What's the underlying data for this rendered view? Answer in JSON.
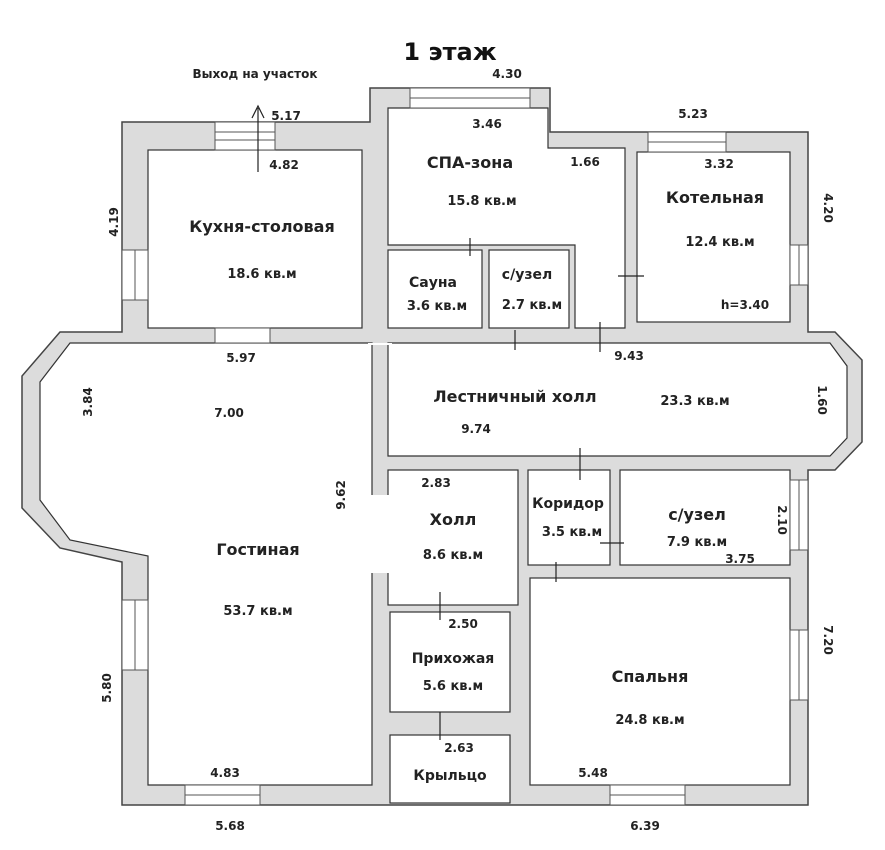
{
  "title": "1 этаж",
  "exit_label": "Выход на участок",
  "rooms": {
    "kitchen": {
      "name": "Кухня-столовая",
      "area": "18.6 кв.м"
    },
    "spa": {
      "name": "СПА-зона",
      "area": "15.8 кв.м"
    },
    "boiler": {
      "name": "Котельная",
      "area": "12.4 кв.м",
      "height": "h=3.40"
    },
    "sauna": {
      "name": "Сауна",
      "area": "3.6 кв.м"
    },
    "wc1": {
      "name": "с/узел",
      "area": "2.7 кв.м"
    },
    "stair_hall": {
      "name": "Лестничный холл",
      "area": "23.3 кв.м"
    },
    "living": {
      "name": "Гостиная",
      "area": "53.7 кв.м"
    },
    "hall": {
      "name": "Холл",
      "area": "8.6 кв.м"
    },
    "corridor": {
      "name": "Коридор",
      "area": "3.5 кв.м"
    },
    "wc2": {
      "name": "с/узел",
      "area": "7.9 кв.м"
    },
    "entrance": {
      "name": "Прихожая",
      "area": "5.6 кв.м"
    },
    "porch": {
      "name": "Крыльцо"
    },
    "bedroom": {
      "name": "Спальня",
      "area": "24.8 кв.м"
    }
  },
  "dimensions": {
    "d430": "4.30",
    "d517": "5.17",
    "d346": "3.46",
    "d523": "5.23",
    "d482": "4.82",
    "d166": "1.66",
    "d332": "3.32",
    "d419": "4.19",
    "d420": "4.20",
    "d597": "5.97",
    "d943": "9.43",
    "d700": "7.00",
    "d384": "3.84",
    "d160": "1.60",
    "d974": "9.74",
    "d962": "9.62",
    "d283": "2.83",
    "d210": "2.10",
    "d375": "3.75",
    "d250": "2.50",
    "d720": "7.20",
    "d580": "5.80",
    "d263": "2.63",
    "d483": "4.83",
    "d548": "5.48",
    "d568": "5.68",
    "d639": "6.39"
  }
}
